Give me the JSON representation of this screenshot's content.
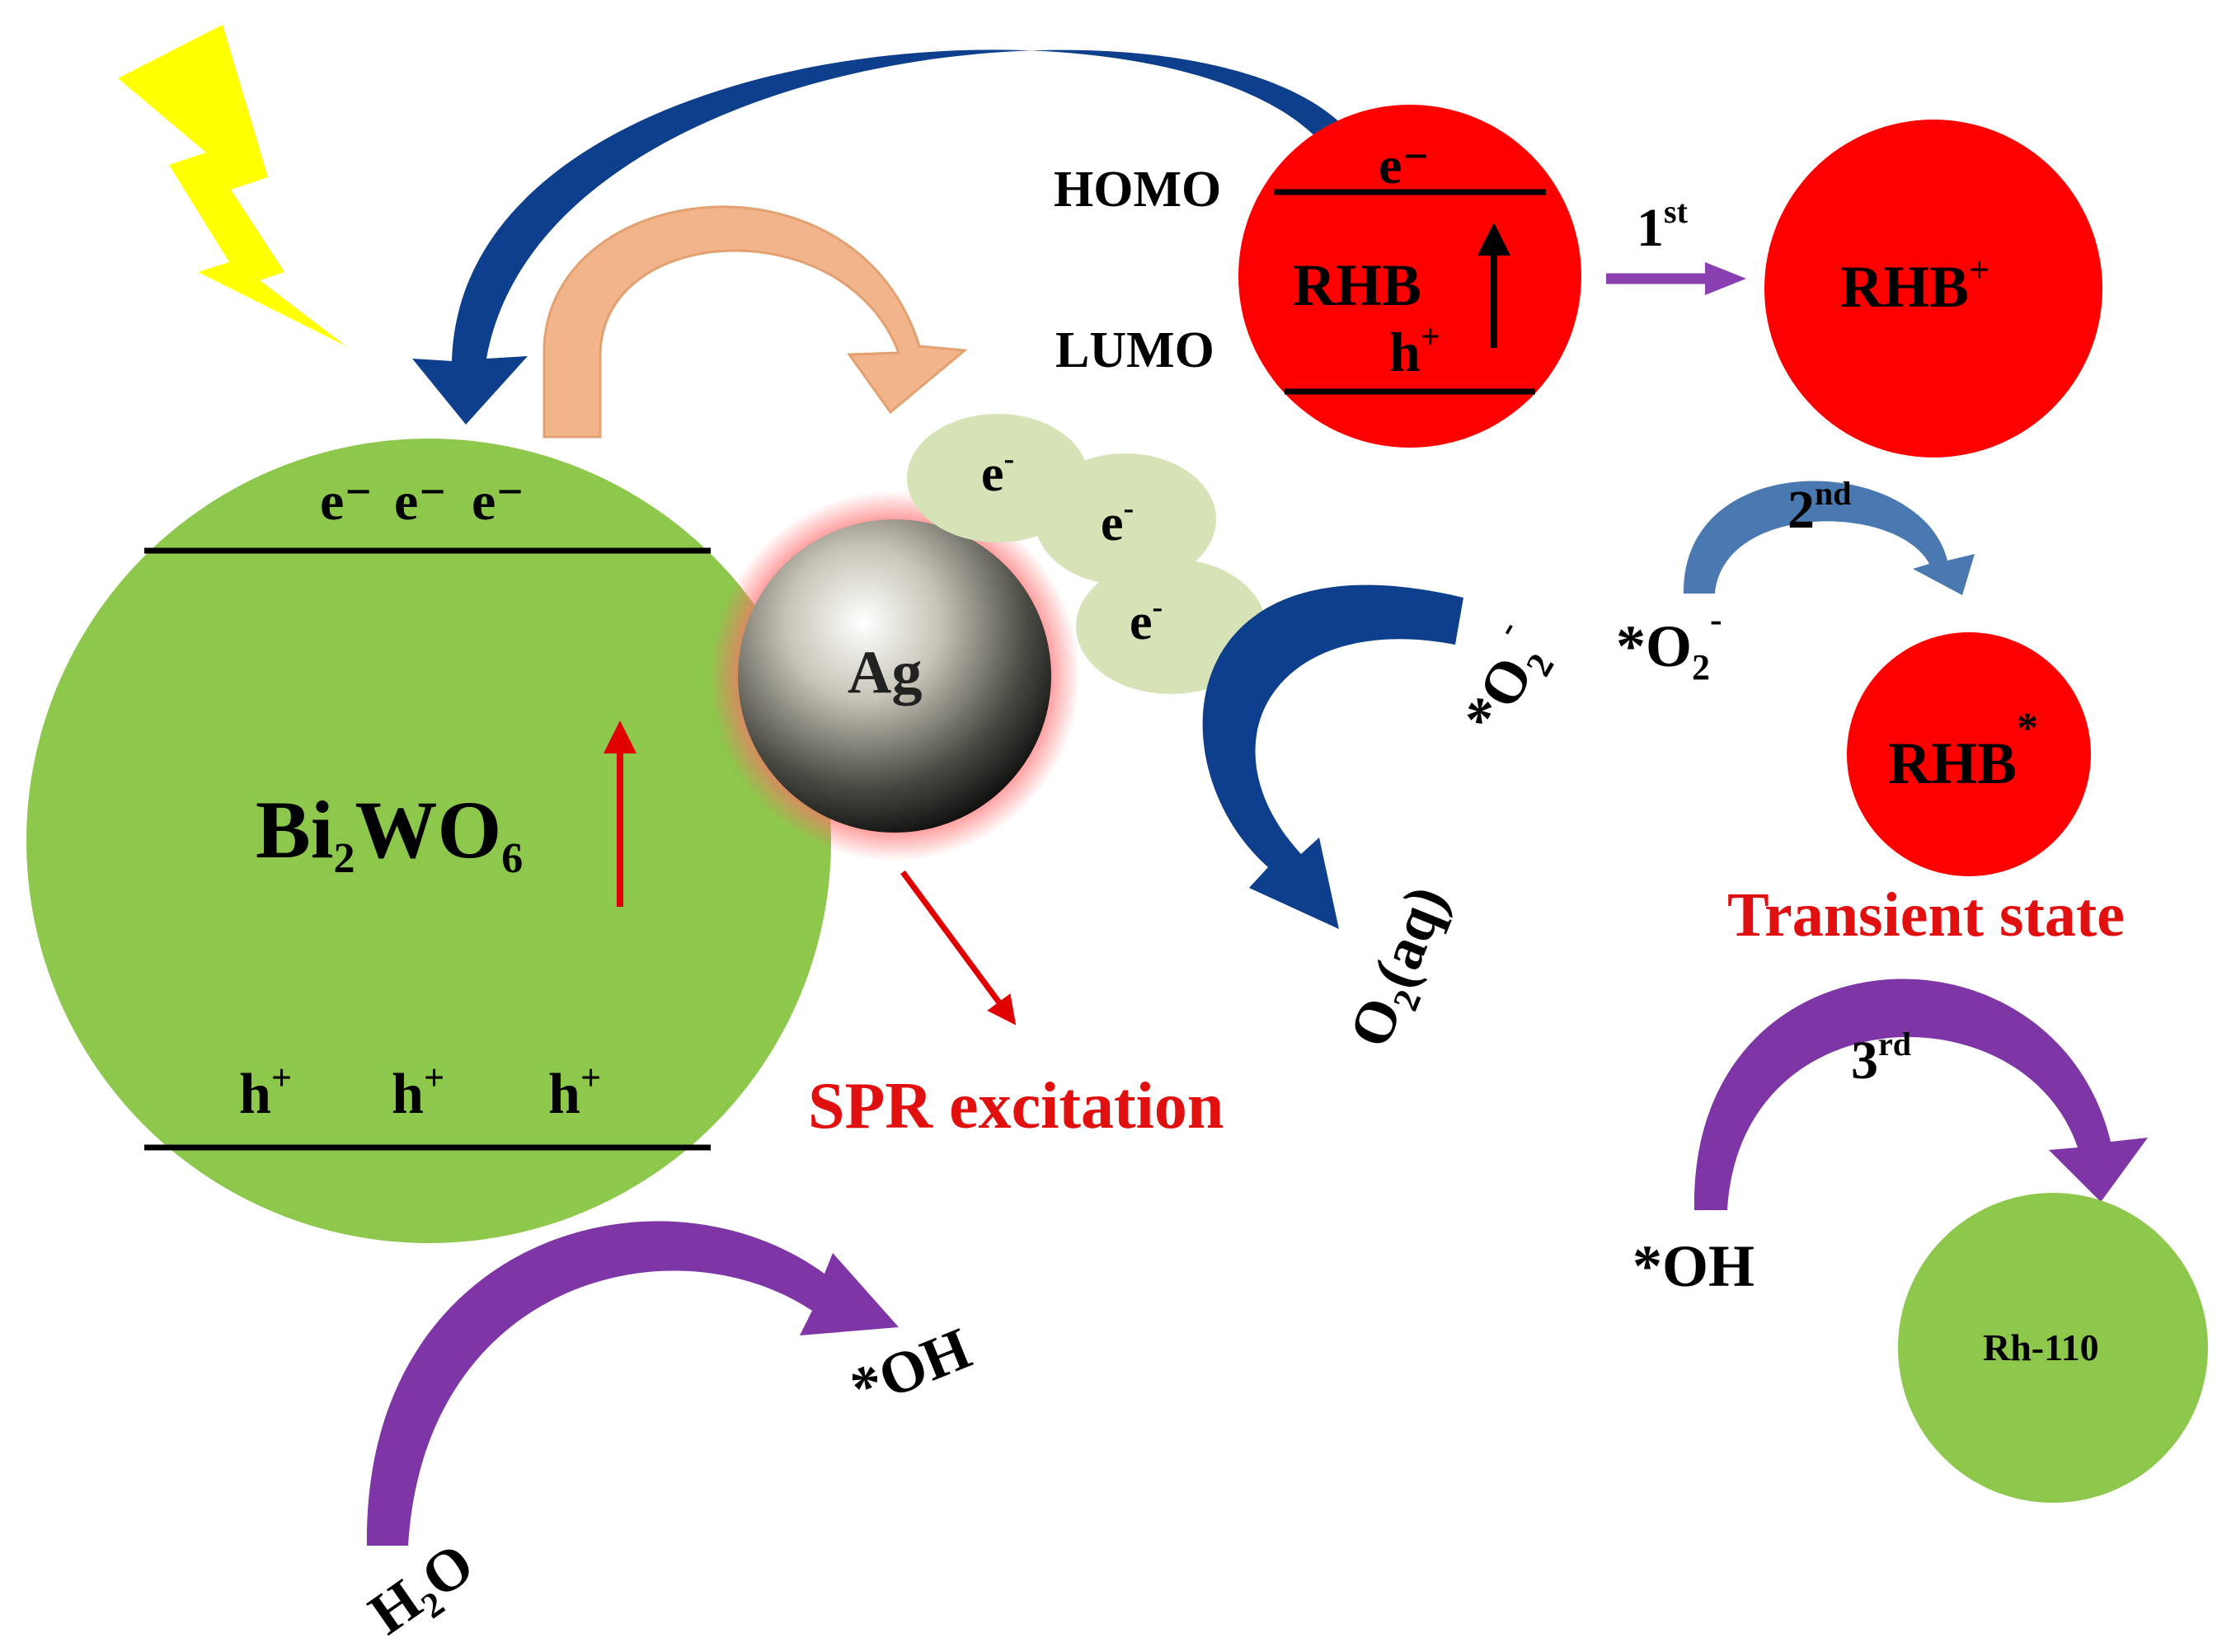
{
  "colors": {
    "green": "#8DC84C",
    "red": "#FF0000",
    "purple": "#7E35A6",
    "dark_blue": "#0E3F8C",
    "steel_blue": "#4A78B0",
    "peach": "#F2B48A",
    "lightning": "#FFFF00",
    "cloud": "#D6E3B6",
    "text": "#111111",
    "accent_text": "#E01010"
  },
  "bi2wo6": {
    "cb_electrons": [
      "e⁻",
      "e⁻",
      "e⁻"
    ],
    "label_main": "Bi",
    "label_sub1": "2",
    "label_mid": "WO",
    "label_sub2": "6",
    "vb_holes": [
      "h",
      "h",
      "h"
    ],
    "hole_sup": "+"
  },
  "ag": {
    "label": "Ag"
  },
  "cloud_electrons": {
    "e1": "e",
    "e2": "e",
    "e3": "e",
    "sup": "-"
  },
  "spr": {
    "label": "SPR excitation"
  },
  "rhb_orbital": {
    "homo": "HOMO",
    "lumo": "LUMO",
    "electron": "e⁻",
    "label": "RHB",
    "hole": "h",
    "hole_sup": "+"
  },
  "step1": {
    "num": "1",
    "sup": "st"
  },
  "rhb_plus": {
    "label": "RHB",
    "sup": "+"
  },
  "step2": {
    "num": "2",
    "sup": "nd"
  },
  "superoxide_left": {
    "prefix": "*O",
    "sub": "2",
    "sup": "-"
  },
  "superoxide_right": {
    "prefix": "*O",
    "sub": "2",
    "sup": "-"
  },
  "oxygen_aq": {
    "prefix": "O",
    "sub": "2",
    "suffix": "(aq)"
  },
  "rhb_star": {
    "label": "RHB",
    "sup": "*"
  },
  "transient": {
    "label": "Transient state"
  },
  "step3": {
    "num": "3",
    "sup": "rd"
  },
  "oh_right": {
    "label": "*OH"
  },
  "rh110": {
    "label": "Rh-110"
  },
  "oh_bottom": {
    "label": "*OH"
  },
  "water": {
    "label": "H₂O"
  }
}
